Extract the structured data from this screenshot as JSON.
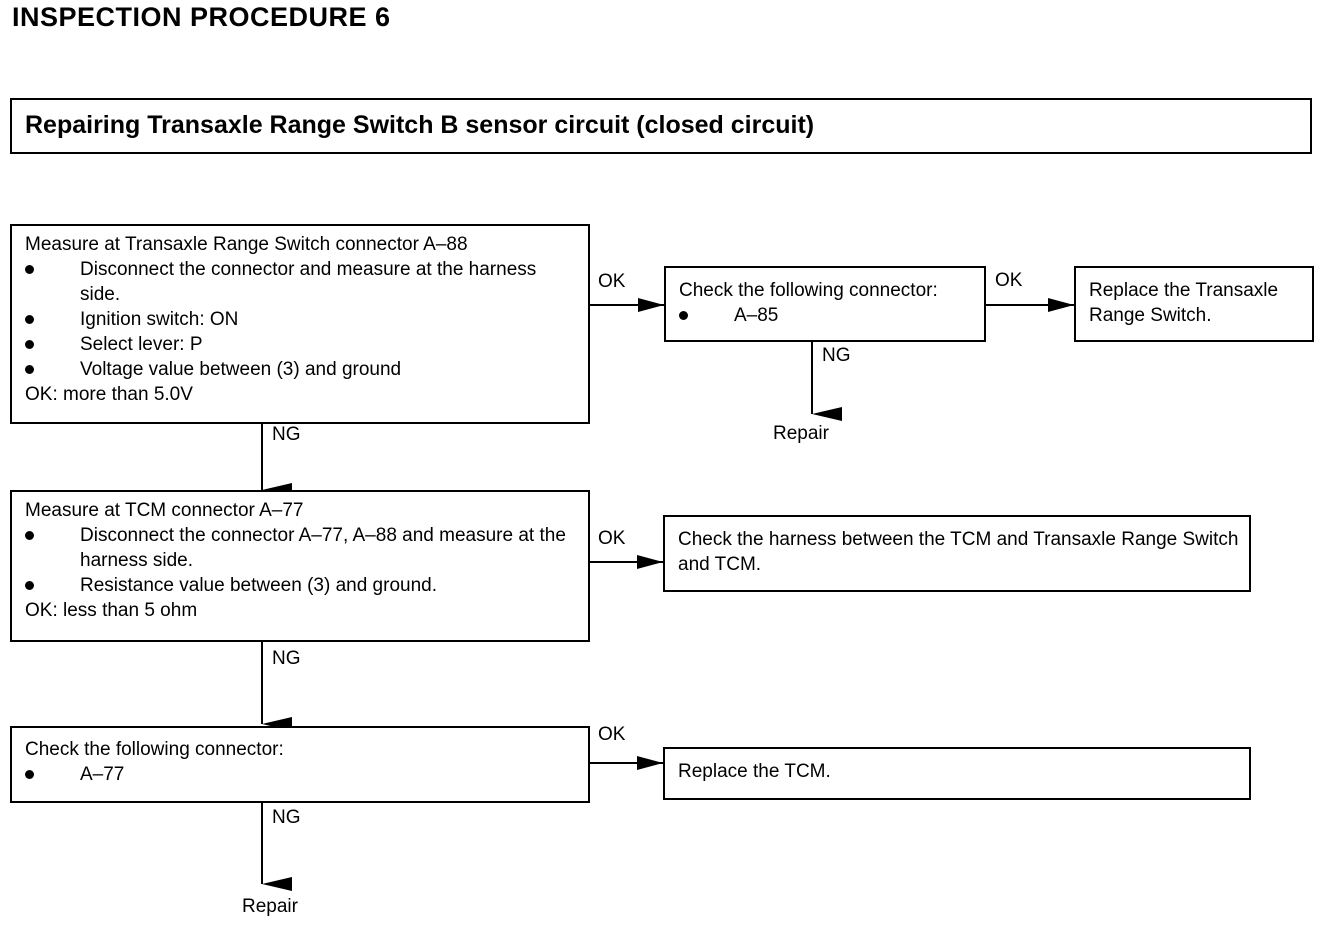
{
  "header": {
    "title": "INSPECTION PROCEDURE 6"
  },
  "banner": {
    "text": "Repairing Transaxle Range Switch B sensor circuit (closed circuit)"
  },
  "steps": {
    "step1": {
      "title": "Measure at Transaxle Range Switch connector A–88",
      "items": [
        "Disconnect the connector and measure at the harness side.",
        "Ignition switch: ON",
        "Select lever: P",
        "Voltage value between (3) and ground"
      ],
      "ok_criteria": "OK: more than 5.0V"
    },
    "step2": {
      "title": "Measure at TCM connector A–77",
      "items": [
        "Disconnect the connector A–77, A–88 and measure at the harness side.",
        "Resistance value between (3) and ground."
      ],
      "ok_criteria": "OK: less than 5 ohm"
    },
    "step3": {
      "title": "Check the following connector:",
      "items": [
        "A–77"
      ]
    },
    "check_a85": {
      "title": "Check the following connector:",
      "items": [
        "A–85"
      ]
    },
    "replace_switch": {
      "text": "Replace the Transaxle Range Switch."
    },
    "check_harness": {
      "text": "Check the harness between the TCM and Transaxle Range Switch and TCM."
    },
    "replace_tcm": {
      "text": "Replace the TCM."
    }
  },
  "labels": {
    "ok": "OK",
    "ng": "NG",
    "repair": "Repair"
  }
}
